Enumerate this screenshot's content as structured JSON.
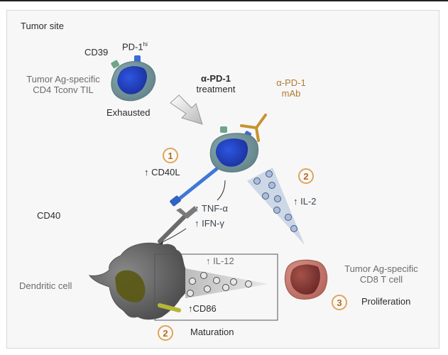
{
  "region_label": "Tumor site",
  "cd4_cell": {
    "marker_cd39": "CD39",
    "marker_pd1": "PD-1",
    "marker_pd1_sup": "hi",
    "label_line1": "Tumor Ag-specific",
    "label_line2": "CD4 Tconv TIL",
    "state": "Exhausted"
  },
  "treatment": {
    "line1": "α-PD-1",
    "line2": "treatment"
  },
  "antibody": {
    "line1": "α-PD-1",
    "line2": "mAb"
  },
  "steps": [
    {
      "number": "1",
      "label": "↑ CD40L"
    },
    {
      "number": "2",
      "label": "↑ IL-2"
    },
    {
      "number": "2",
      "label": "Maturation"
    },
    {
      "number": "3",
      "label": "Proliferation"
    }
  ],
  "cytokines": {
    "tnf": "↑ TNF-α",
    "ifn": "↑ IFN-γ",
    "il12": "↑ IL-12",
    "cd86": "↑CD86"
  },
  "dendritic_cell": {
    "receptor": "CD40",
    "label": "Dendritic cell"
  },
  "cd8_cell": {
    "label_line1": "Tumor Ag-specific",
    "label_line2": "CD8 T cell"
  },
  "colors": {
    "cd4_nucleus": "#1c3fc4",
    "cd4_membrane": "#7a9a9a",
    "antibody": "#c8922e",
    "badge_border": "#e0a45a",
    "cd8_cell": "#c98076",
    "dendritic_cell": "#6d6d6d",
    "il2_wedge": "#c7d3e6"
  }
}
